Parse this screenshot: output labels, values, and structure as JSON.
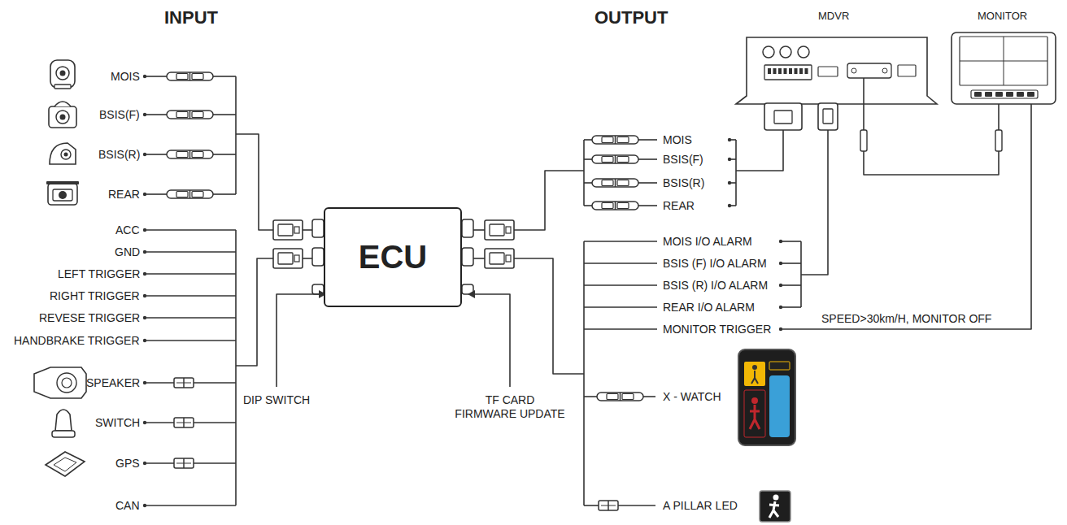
{
  "diagram": {
    "nodes": [
      {
        "text": [
          "ECU"
        ]
      }
    ],
    "labels": [
      "INPUT",
      "OUTPUT",
      "MDVR",
      "MONITOR",
      "MOIS",
      "BSIS(F)",
      "BSIS(R)",
      "REAR",
      "ACC",
      "GND",
      "LEFT TRIGGER",
      "RIGHT TRIGGER",
      "REVESE TRIGGER",
      "HANDBRAKE TRIGGER",
      "SPEAKER",
      "SWITCH",
      "GPS",
      "CAN",
      "DIP SWITCH",
      "TF CARD FIRMWARE UPDATE",
      "MOIS",
      "BSIS(F)",
      "BSIS(R)",
      "REAR",
      "MOIS I/O ALARM",
      "BSIS (F) I/O ALARM",
      "BSIS (R) I/O ALARM",
      "REAR I/O ALARM",
      "MONITOR TRIGGER",
      "SPEED>30km/H, MONITOR OFF",
      "X - WATCH",
      "A PILLAR LED"
    ]
  }
}
